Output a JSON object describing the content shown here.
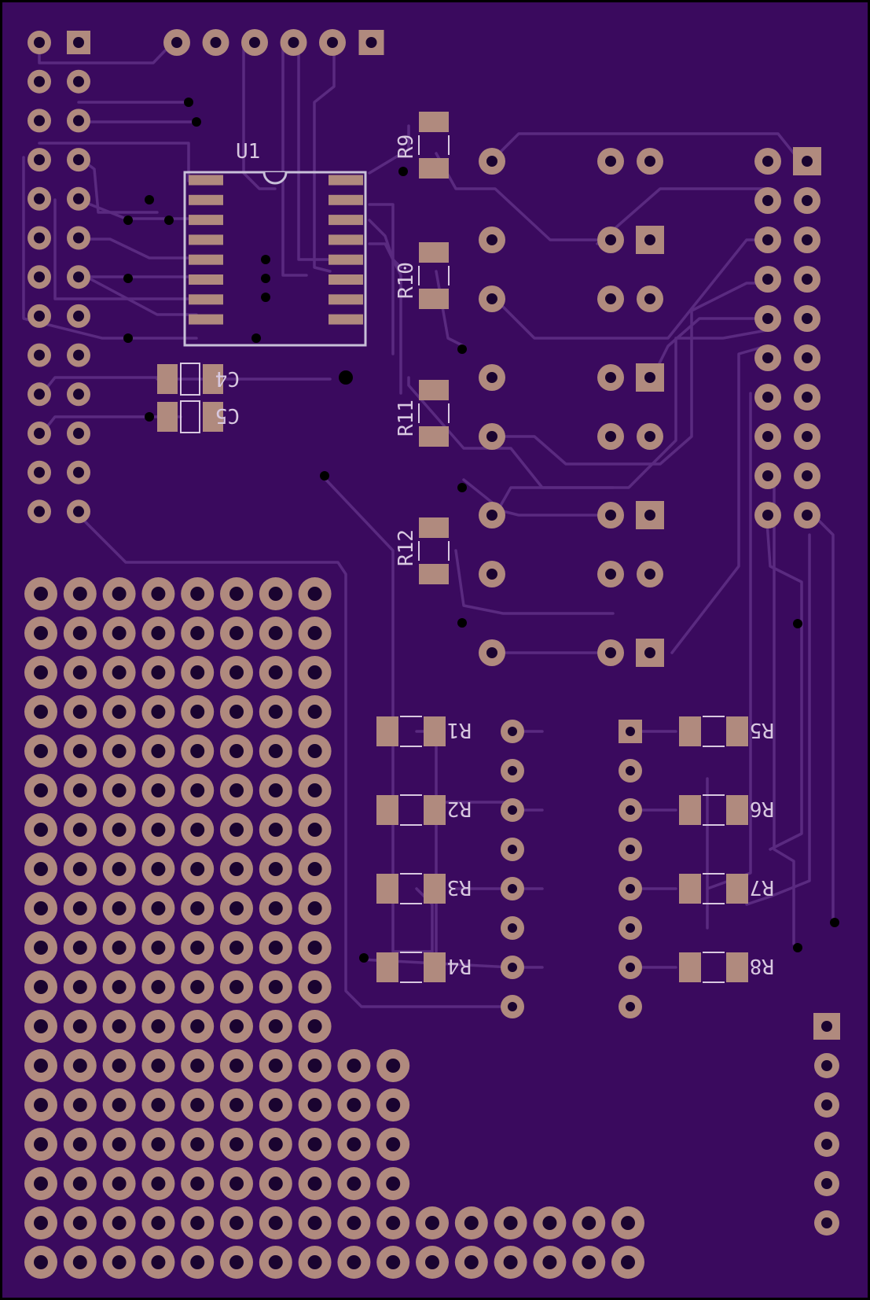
{
  "board": {
    "colors": {
      "substrate": "#3a0a5e",
      "edge": "#000000",
      "pad": "#b08a7e",
      "padDark": "#9c7a70",
      "hole": "#1a0430",
      "trace": "#5a2a80",
      "silk": "#d8c8e0",
      "outline": "#c8c0d8"
    }
  },
  "components": {
    "u1": {
      "label": "U1"
    },
    "c4": {
      "label": "C4"
    },
    "c5": {
      "label": "C5"
    },
    "r1": {
      "label": "R1"
    },
    "r2": {
      "label": "R2"
    },
    "r3": {
      "label": "R3"
    },
    "r4": {
      "label": "R4"
    },
    "r5": {
      "label": "R5"
    },
    "r6": {
      "label": "R6"
    },
    "r7": {
      "label": "R7"
    },
    "r8": {
      "label": "R8"
    },
    "r9": {
      "label": "R9"
    },
    "r10": {
      "label": "R10"
    },
    "r11": {
      "label": "R11"
    },
    "r12": {
      "label": "R12"
    }
  }
}
